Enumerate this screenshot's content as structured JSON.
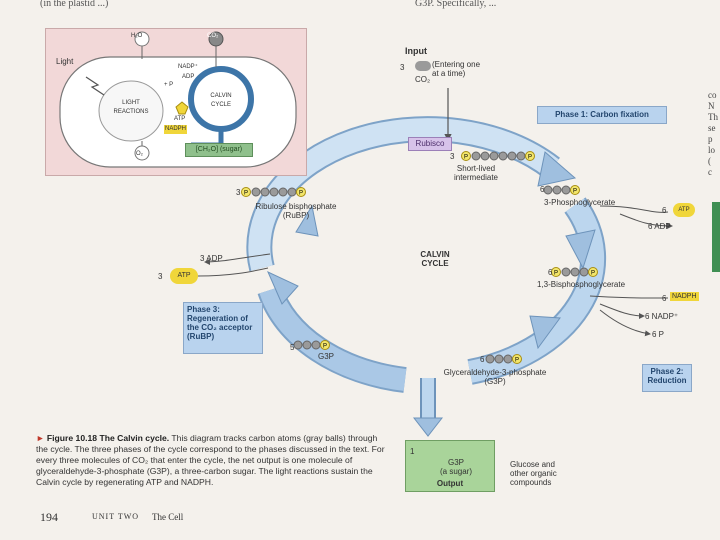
{
  "header": {
    "left": "(in the plastid ...)",
    "right": "G3P. Specifically, ..."
  },
  "inset": {
    "h2o": "H₂O",
    "co2": "CO₂",
    "light": "Light",
    "adp": "NADP⁺",
    "adp2": "ADP",
    "pi": "+ P",
    "light_reactions": "LIGHT\nREACTIONS",
    "calvin": "CALVIN\nCYCLE",
    "atp": "ATP",
    "nadph": "NADPH",
    "o2": "O₂",
    "sugar": "[CH₂O] (sugar)"
  },
  "input": {
    "title": "Input",
    "count": "3",
    "entering": "(Entering one\nat a time)",
    "co2": "CO₂"
  },
  "phase1": {
    "label": "Phase 1: Carbon fixation"
  },
  "phase2": {
    "label": "Phase 2:\nReduction"
  },
  "phase3": {
    "label": "Phase 3:\nRegeneration of\nthe CO₂ acceptor\n(RuBP)"
  },
  "rubisco": "Rubisco",
  "intermediate": {
    "count": "3",
    "label": "Short-lived\nintermediate"
  },
  "phosphoglycerate": {
    "count": "6",
    "label": "3-Phosphoglycerate"
  },
  "atp_right": {
    "in": "6",
    "atp": "ATP",
    "out": "6 ADP"
  },
  "bisphosphoglycerate": {
    "count": "6",
    "label": "1,3-Bisphosphoglycerate"
  },
  "nadph_right": {
    "in": "6",
    "nadph": "NADPH",
    "out1": "6 NADP⁺",
    "out2": "6 P"
  },
  "g3p_bottom": {
    "count": "6",
    "label": "Glyceraldehyde-3-phosphate\n(G3P)"
  },
  "g3p_left": {
    "count": "5",
    "label": "G3P"
  },
  "rubp": {
    "count": "3",
    "label": "Ribulose bisphosphate\n(RuBP)"
  },
  "atp_left": {
    "in": "3",
    "atp": "ATP",
    "out": "3 ADP"
  },
  "center": "CALVIN\nCYCLE",
  "output": {
    "count": "1",
    "label": "G3P\n(a sugar)",
    "title": "Output",
    "side": "Glucose and\nother organic\ncompounds"
  },
  "phosphate": "P",
  "caption": {
    "figure": "Figure 10.18",
    "title": "The Calvin cycle.",
    "text": " This diagram tracks carbon atoms (gray balls) through the cycle. The three phases of the cycle correspond to the phases discussed in the text. For every three molecules of CO₂ that enter the cycle, the net output is one molecule of glyceraldehyde-3-phosphate (G3P), a three-carbon sugar. The light reactions sustain the Calvin cycle by regenerating ATP and NADPH."
  },
  "footer": {
    "page": "194",
    "unit": "UNIT TWO",
    "chapter": "The Cell"
  },
  "right_col": [
    "co",
    "N",
    "Th",
    "se",
    "p",
    "lo",
    "(",
    "c"
  ],
  "colors": {
    "arrow_fill": "#bcd6ee",
    "arrow_stroke": "#7ea3c8",
    "phosphate": "#f3e66b",
    "carbon": "#9a9a9a",
    "atp_star": "#f0d63a"
  }
}
